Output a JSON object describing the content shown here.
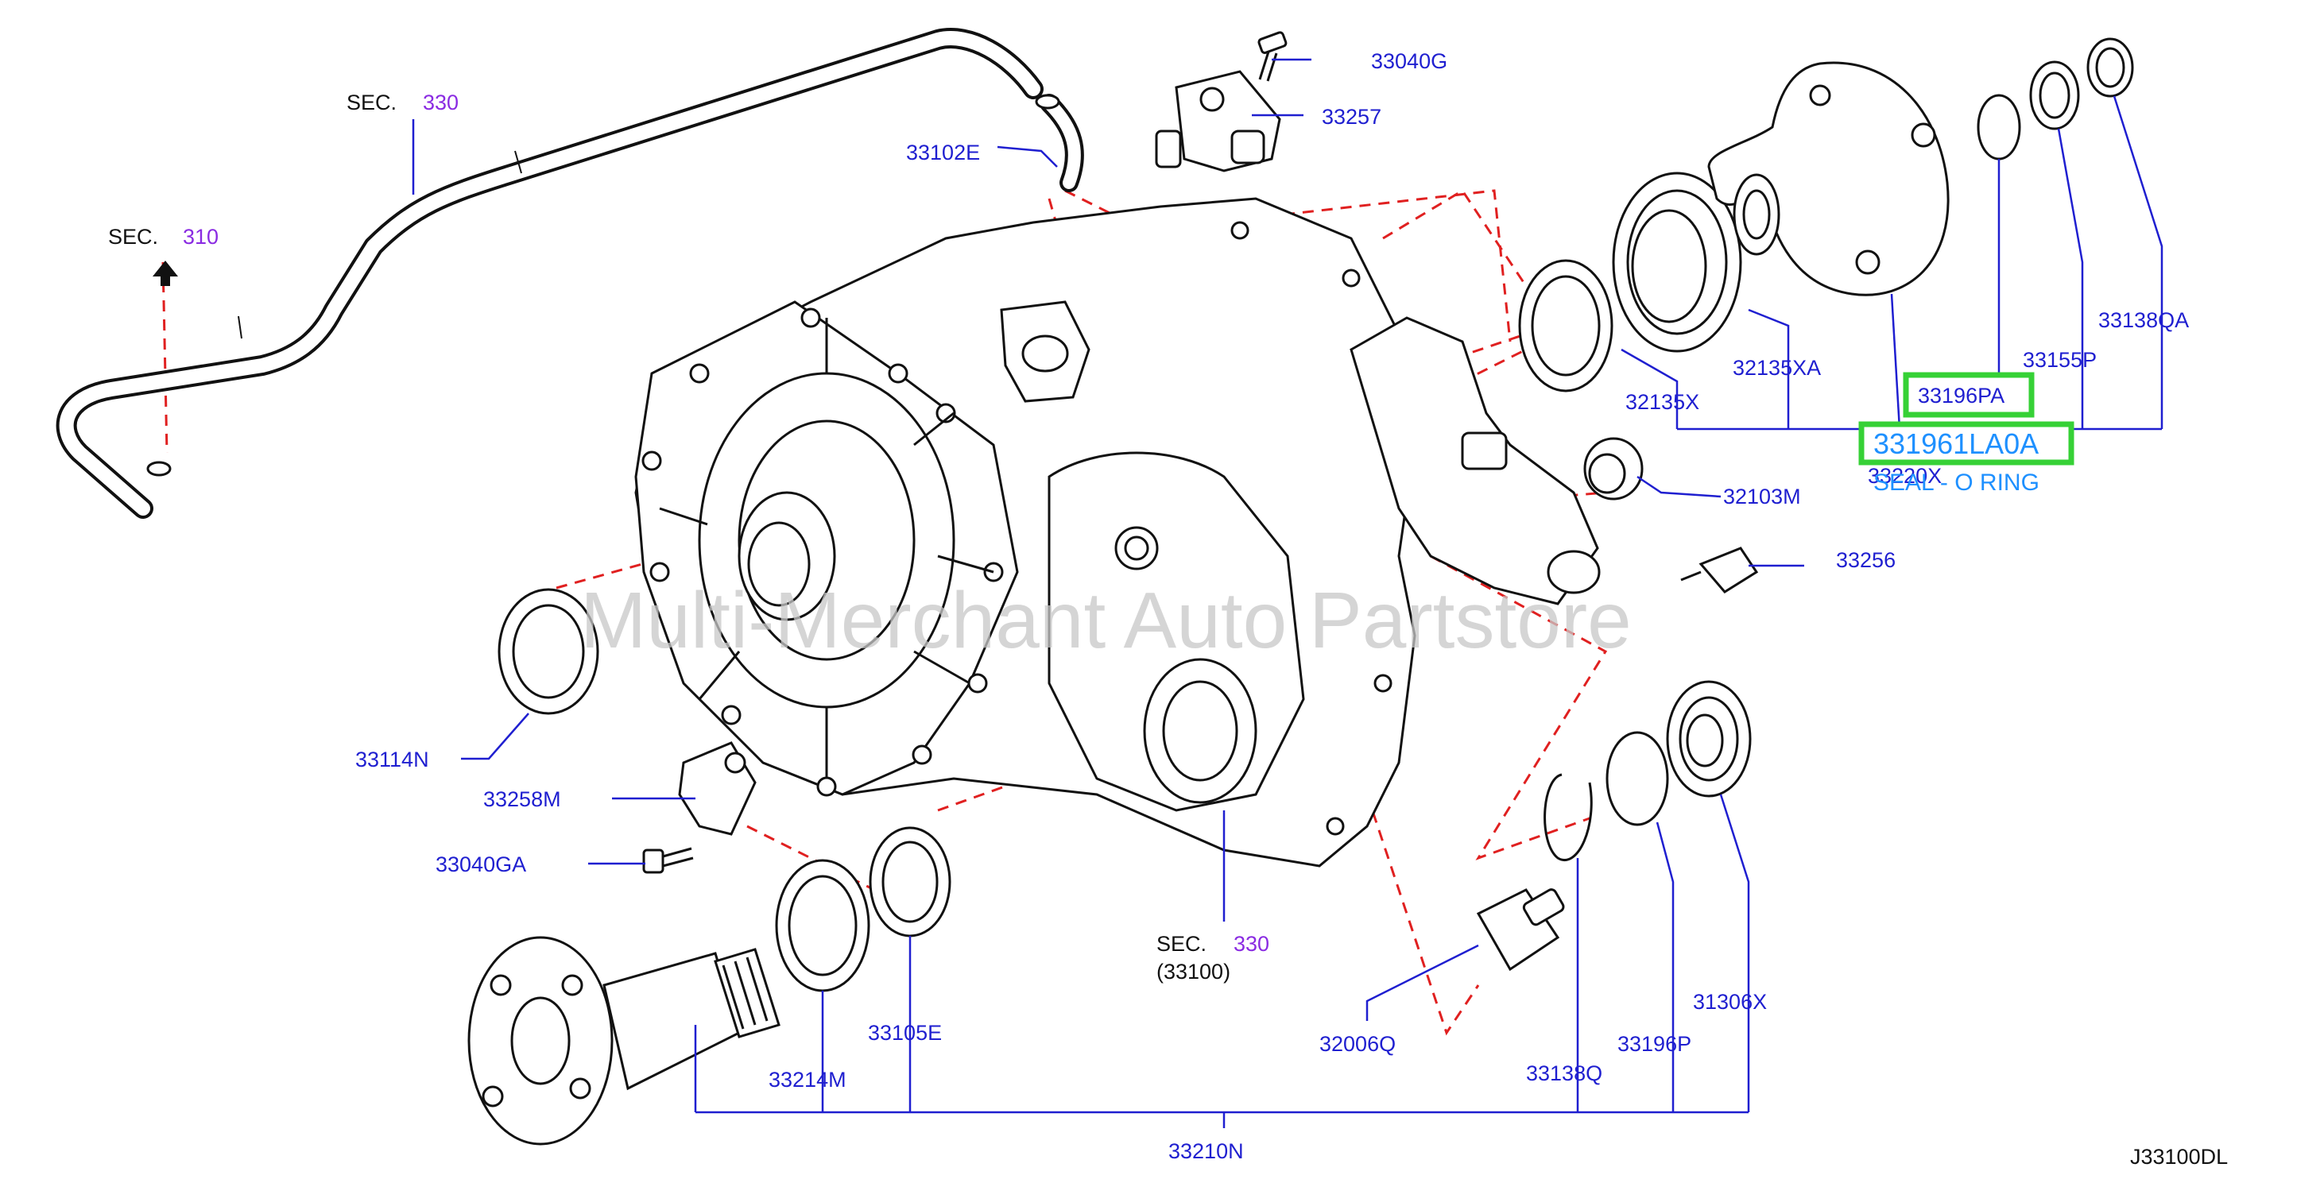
{
  "diagram": {
    "code": "J33100DL",
    "watermark": "Multi-Merchant Auto Partstore",
    "sections": {
      "sec330_top": {
        "prefix": "SEC.",
        "num": "330"
      },
      "sec310": {
        "prefix": "SEC.",
        "num": "310"
      },
      "sec330_bottom": {
        "prefix": "SEC.",
        "num": "330",
        "sub": "(33100)"
      }
    },
    "parts": {
      "p33040G": "33040G",
      "p33257": "33257",
      "p33102E": "33102E",
      "p32135XA": "32135XA",
      "p32135X": "32135X",
      "p33196PA": "33196PA",
      "p33155P": "33155P",
      "p33138QA": "33138QA",
      "p33220X": "33220X",
      "p32103M": "32103M",
      "p33256": "33256",
      "p33114N": "33114N",
      "p33258M": "33258M",
      "p33040GA": "33040GA",
      "p33214M": "33214M",
      "p33105E": "33105E",
      "p32006Q": "32006Q",
      "p33138Q": "33138Q",
      "p33196P": "33196P",
      "p31306X": "31306X",
      "p33210N": "33210N"
    },
    "highlight": {
      "part_number": "331961LA0A",
      "description": "SEAL - O RING"
    },
    "colors": {
      "label": "#1f1fd0",
      "section_number": "#8a2be2",
      "dashed_line": "#e02020",
      "highlight_box": "#36d136",
      "highlight_text": "#1e90ff"
    }
  }
}
